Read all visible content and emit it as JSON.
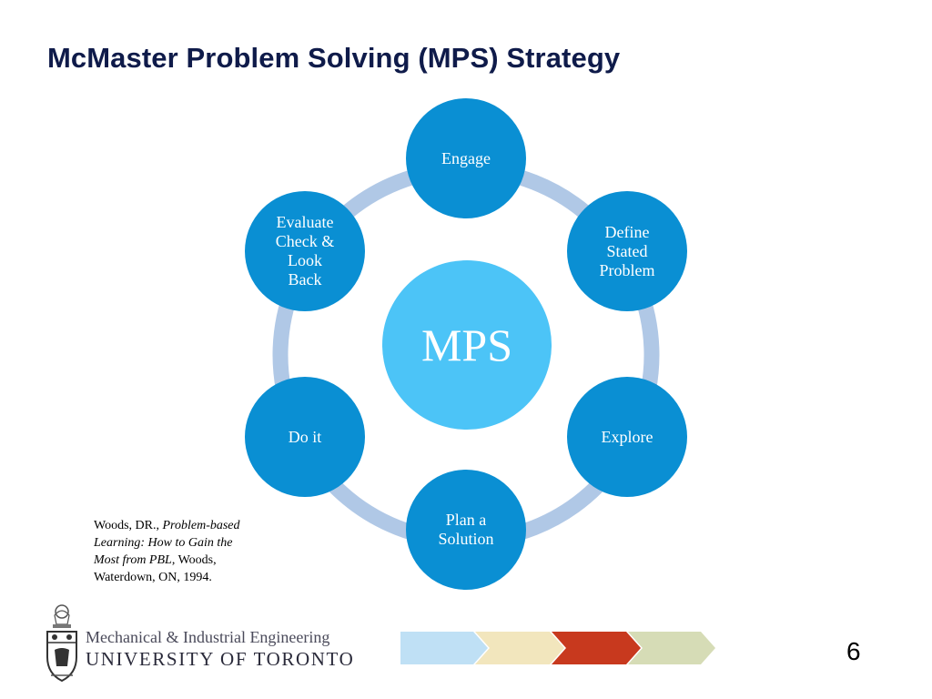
{
  "slide": {
    "title": "McMaster Problem Solving (MPS) Strategy",
    "page_number": "6"
  },
  "diagram": {
    "center_label": "MPS",
    "steps": [
      {
        "lines": [
          "Engage"
        ]
      },
      {
        "lines": [
          "Define",
          "Stated",
          "Problem"
        ]
      },
      {
        "lines": [
          "Explore"
        ]
      },
      {
        "lines": [
          "Plan a",
          "Solution"
        ]
      },
      {
        "lines": [
          "Do it"
        ]
      },
      {
        "lines": [
          "Evaluate",
          "Check &",
          "Look",
          "Back"
        ]
      }
    ]
  },
  "reference": {
    "author": "Woods, DR.,",
    "title_italic": "Problem-based Learning: How to Gain the Most from PBL",
    "rest": ", Woods, Waterdown, ON, 1994."
  },
  "footer": {
    "department": "Mechanical & Industrial Engineering",
    "university": "UNIVERSITY OF TORONTO",
    "chevron_colors": [
      "#bfe0f5",
      "#f2e6bd",
      "#c8391e",
      "#d6dcb6"
    ]
  },
  "colors": {
    "title": "#0f1b4a",
    "node": "#0a8fd3",
    "center": "#4cc4f7",
    "ring": "#b0c8e6"
  }
}
